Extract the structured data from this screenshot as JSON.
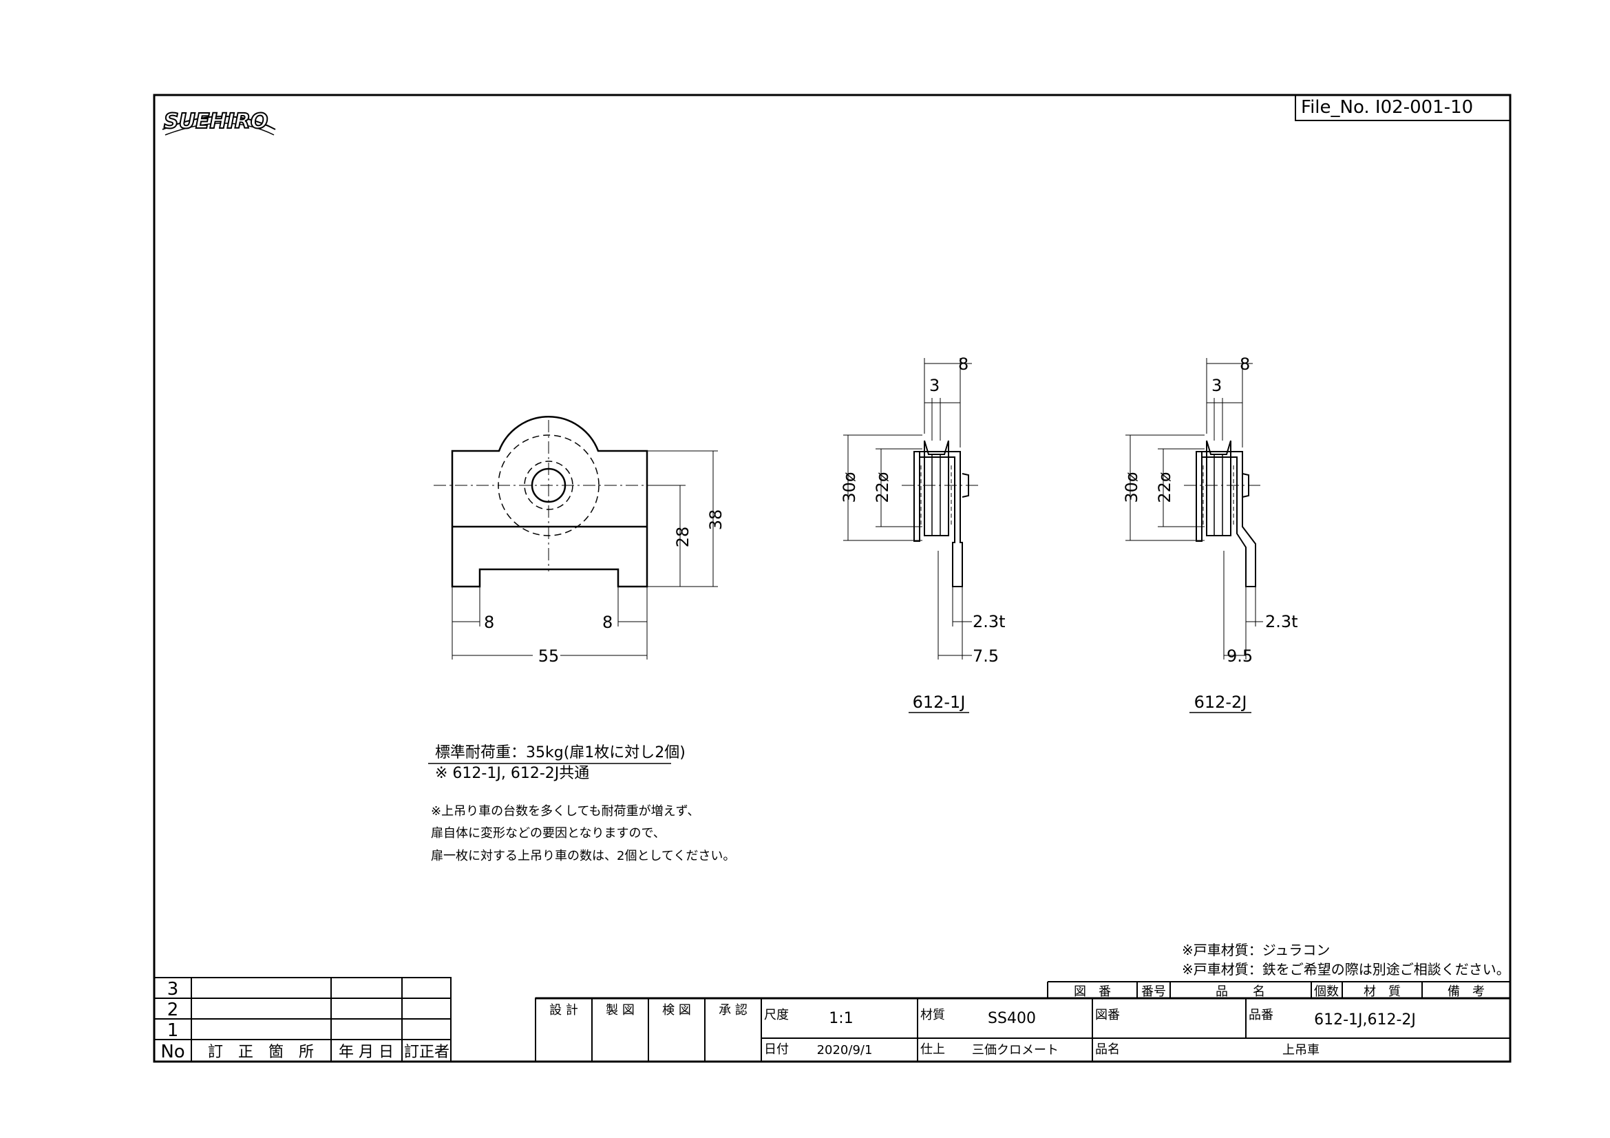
{
  "file_no": "File_No. I02-001-10",
  "logo": {
    "text": "SUEHIRO",
    "name": "suehiro-logo"
  },
  "front_view": {
    "dims": {
      "top_right": "38",
      "inner_right": "28",
      "bottom_left": "8",
      "bottom_right": "8",
      "overall": "55"
    }
  },
  "side_view_1": {
    "dims": {
      "top": "8",
      "inner": "3",
      "outer_dia": "30ø",
      "inner_dia": "22ø",
      "thickness": "2.3t",
      "offset": "7.5"
    },
    "caption": "612-1J"
  },
  "side_view_2": {
    "dims": {
      "top": "8",
      "inner": "3",
      "outer_dia": "30ø",
      "inner_dia": "22ø",
      "thickness": "2.3t",
      "offset": "9.5"
    },
    "caption": "612-2J"
  },
  "notes": {
    "load_title": "標準耐荷重：35kg(扉1枚に対し2個)",
    "load_sub": "※ 612-1J, 612-2J共通",
    "lines": [
      "※上吊り車の台数を多くしても耐荷重が増えず、",
      "扉自体に変形などの要因となりますので、",
      "扉一枚に対する上吊り車の数は、2個としてください。"
    ]
  },
  "material_notes": [
    "※戸車材質：ジュラコン",
    "※戸車材質：鉄をご希望の際は別途ご相談ください。"
  ],
  "revision_table": {
    "rows": [
      "3",
      "2",
      "1"
    ],
    "header": {
      "no": "No",
      "location": "訂　正　箇　所",
      "date": "年 月 日",
      "corrector": "訂正者"
    }
  },
  "parts_header": [
    "図　番",
    "番号",
    "品　　名",
    "個数",
    "材　質",
    "備　考"
  ],
  "title_block": {
    "roles": [
      "設 計",
      "製 図",
      "検 図",
      "承 認"
    ],
    "scale_label": "尺度",
    "scale": "1:1",
    "material_label": "材質",
    "material": "SS400",
    "drawing_no_label": "図番",
    "part_no_label": "品番",
    "part_no": "612-1J,612-2J",
    "date_label": "日付",
    "date": "2020/9/1",
    "finish_label": "仕上",
    "finish": "三価クロメート",
    "name_label": "品名",
    "name": "上吊車"
  }
}
